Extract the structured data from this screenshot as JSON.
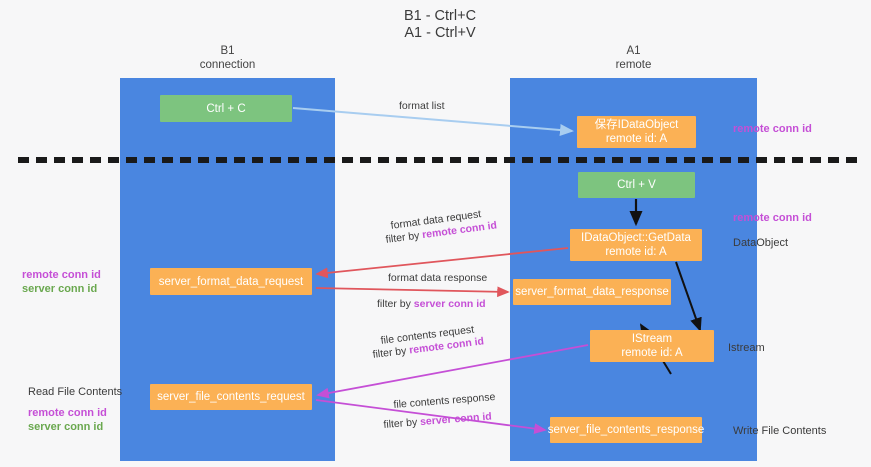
{
  "title": "B1 - Ctrl+C\nA1 - Ctrl+V",
  "lanes": [
    {
      "id": "b1",
      "header": "B1\nconnection",
      "color": "#4a86e0"
    },
    {
      "id": "a1",
      "header": "A1\nremote",
      "color": "#4a86e0"
    }
  ],
  "colors": {
    "lane": "#4a86e0",
    "green_box": "#7dc47f",
    "orange_box": "#fbb155",
    "pink_text": "#c54fd6",
    "green_text": "#6aa84f",
    "blue_arrow": "#a8cdf0",
    "red_arrow": "#e0565c",
    "black_arrow": "#000000",
    "magenta_arrow": "#c54fd6",
    "divider": "#1a1a1a",
    "background": "#f7f7f8"
  },
  "boxes": {
    "ctrl_c": {
      "line1": "Ctrl + C",
      "line2": "",
      "style": "green"
    },
    "save_idataobject": {
      "line1": "保存IDataObject",
      "line2": "remote id: A",
      "style": "orange"
    },
    "ctrl_v": {
      "line1": "Ctrl + V",
      "line2": "",
      "style": "green"
    },
    "getdata": {
      "line1": "IDataObject::GetData",
      "line2": "remote id: A",
      "style": "orange"
    },
    "server_format_data_request": {
      "line1": "server_format_data_request",
      "line2": "",
      "style": "orange"
    },
    "server_format_data_response": {
      "line1": "server_format_data_response",
      "line2": "",
      "style": "orange"
    },
    "istream": {
      "line1": "IStream",
      "line2": "remote id: A",
      "style": "orange"
    },
    "server_file_contents_request": {
      "line1": "server_file_contents_request",
      "line2": "",
      "style": "orange"
    },
    "server_file_contents_response": {
      "line1": "server_file_contents_response",
      "line2": "",
      "style": "orange"
    }
  },
  "right_annotations": {
    "remote_conn_id_1": "remote conn id",
    "remote_conn_id_2": "remote conn id",
    "dataobject": "DataObject",
    "istream": "Istream",
    "write_file_contents": "Write File Contents"
  },
  "left_annotations": {
    "read_file_contents": "Read File Contents",
    "remote_conn_id": "remote conn id",
    "server_conn_id": "server conn id"
  },
  "edge_labels": {
    "format_list": "format list",
    "format_data_request": "format data request",
    "filter_by_prefix": "filter by ",
    "remote_conn_id": "remote conn id",
    "server_conn_id": "server conn id",
    "format_data_response": "format data response",
    "file_contents_request": "file contents request",
    "file_contents_response": "file contents response"
  }
}
